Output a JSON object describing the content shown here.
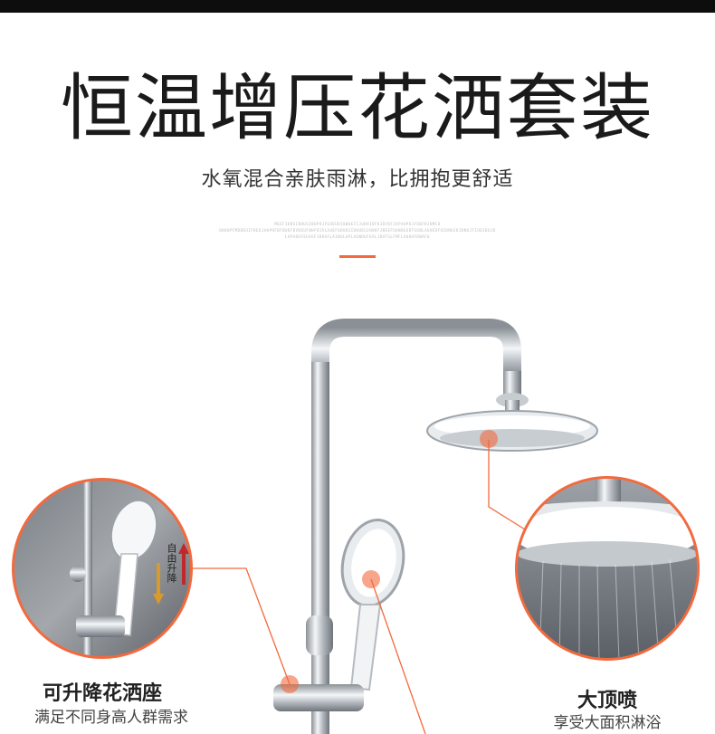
{
  "header": {
    "title": "恒温增压花洒套装",
    "subtitle": "水氧混合亲肤雨淋，比拥抱更舒适",
    "fine_print": [
      "MEEFIUBSIDHUSIBUPOJFGUEUDIOWUEFIJUDHIUFKJDFKFJOPAUPOJFOBFBJHMCU",
      "DKKHPFMDBEUIFKEUJAKPOFBFBUDFBVDEUFNHFKIVLAUEFUDUOSIDHUEUJHUOFJBEEFUUNOEUDFGUBLAUOEUFOIDNOJDIDNOJFIUESDUJD",
      "LAPADUFEUSGFJDHUFLAINULUPLAUNDUFEALJDUTSLFMFLAUHUFDWAFU"
    ]
  },
  "callouts": {
    "left": {
      "title": "可升降花洒座",
      "subtitle": "满足不同身高人群需求",
      "badge": "自由升降"
    },
    "right": {
      "title": "大顶喷",
      "subtitle": "享受大面积淋浴"
    }
  },
  "colors": {
    "accent": "#f26a3d",
    "text": "#1a1a1a",
    "chrome": "#c9cdd2"
  }
}
